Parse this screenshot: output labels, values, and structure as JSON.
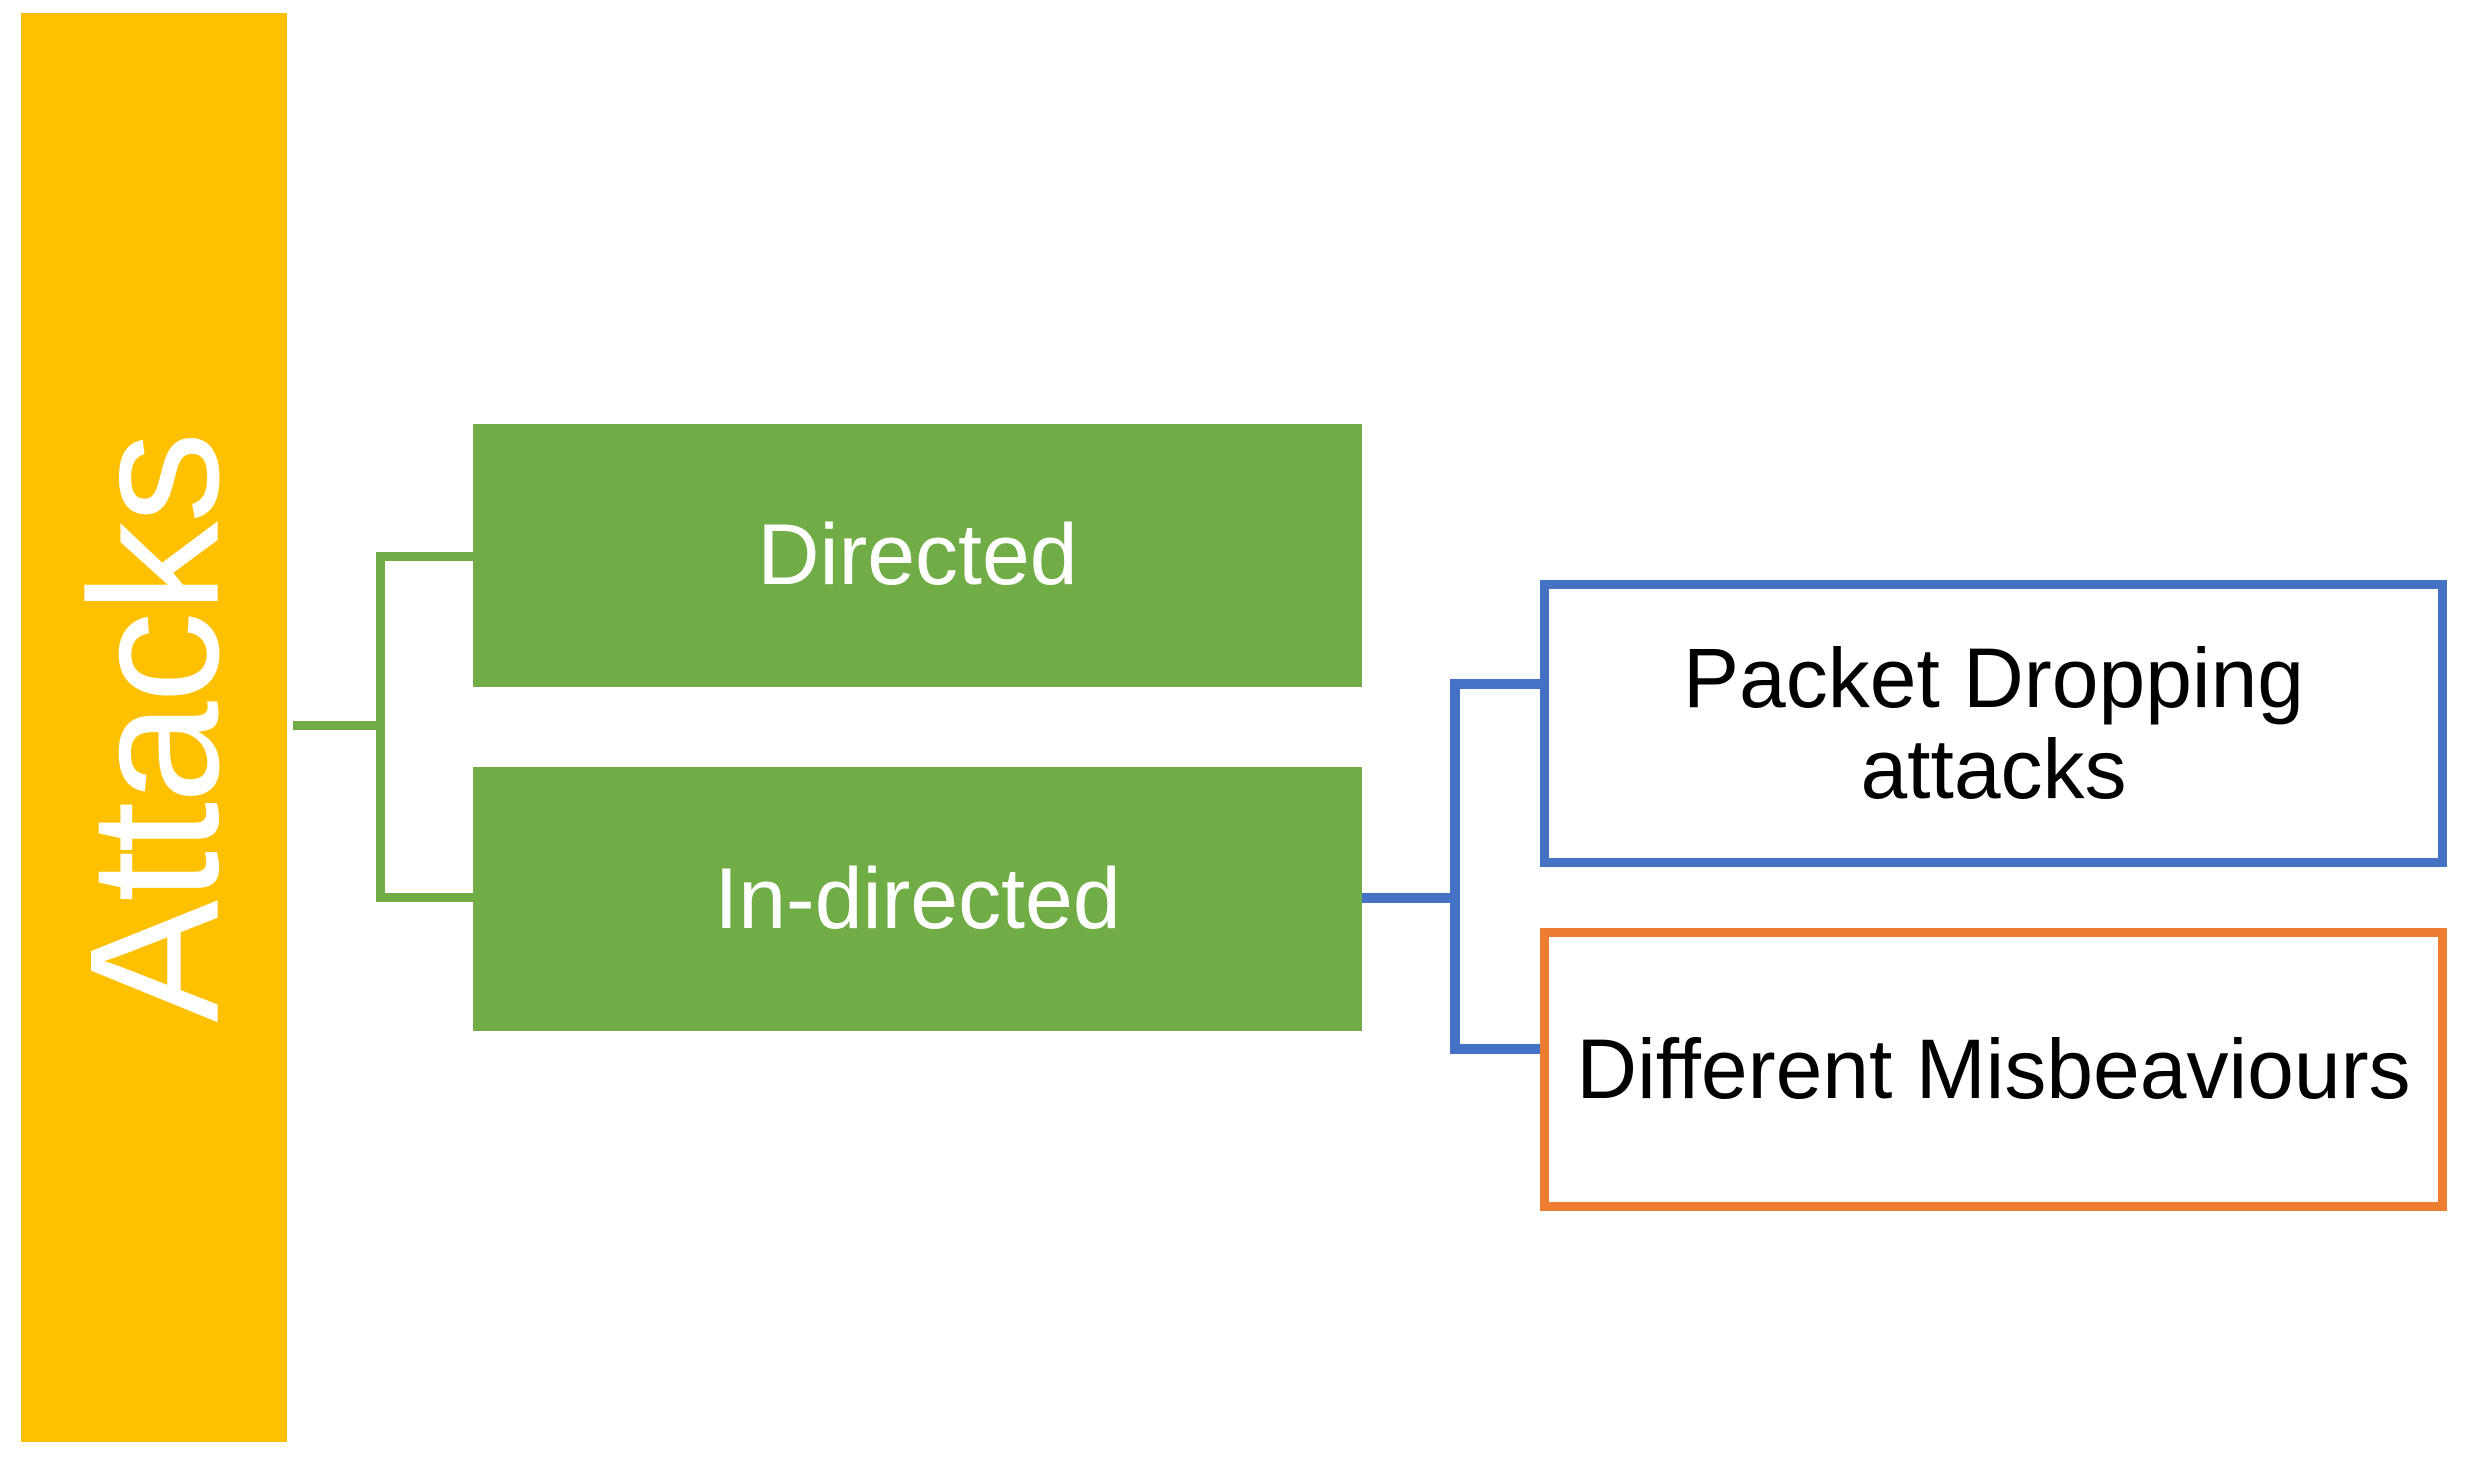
{
  "diagram": {
    "title": "Attacks",
    "root": {
      "label": "Attacks",
      "fill_color": "#FFC000",
      "text_color": "#FFFFFF",
      "orientation": "vertical"
    },
    "level1": [
      {
        "id": "directed",
        "label": "Directed",
        "fill_color": "#70AD47",
        "text_color": "#FFFFFF"
      },
      {
        "id": "indirected",
        "label": "In-directed",
        "fill_color": "#70AD47",
        "text_color": "#FFFFFF"
      }
    ],
    "level2": [
      {
        "id": "packet-dropping",
        "label": "Packet Dropping attacks",
        "fill_color": "#FFFFFF",
        "border_color": "#4472C4",
        "text_color": "#000000"
      },
      {
        "id": "misbehaviours",
        "label": "Different Misbeaviours",
        "fill_color": "#FFFFFF",
        "border_color": "#ED7D31",
        "text_color": "#000000"
      }
    ],
    "connectors": [
      {
        "id": "root-to-level1",
        "color": "#70AD47",
        "style": "elbow-bracket"
      },
      {
        "id": "indirected-to-level2",
        "color": "#4472C4",
        "style": "elbow-bracket"
      }
    ]
  }
}
